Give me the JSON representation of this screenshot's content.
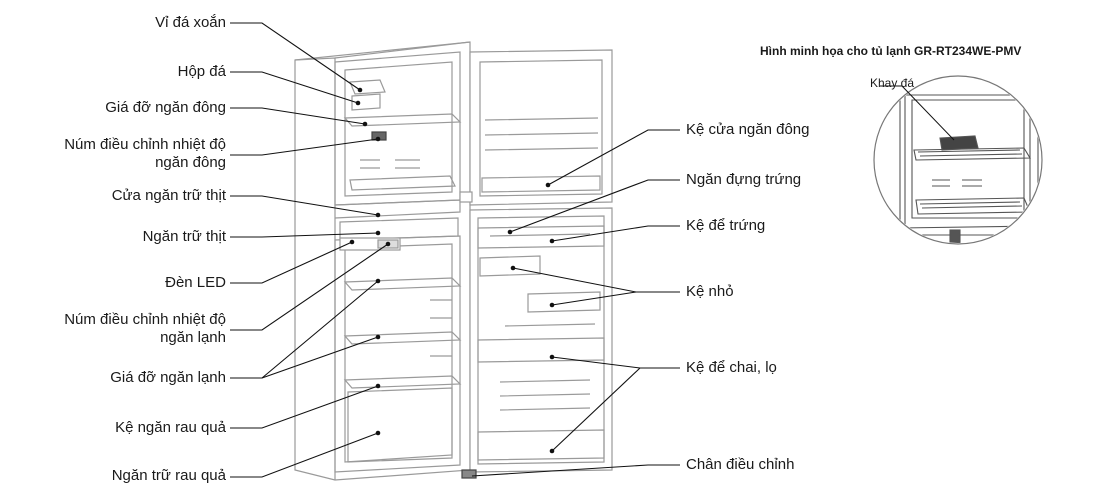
{
  "left_labels": [
    {
      "text": "Vỉ đá xoắn"
    },
    {
      "text": "Hộp đá"
    },
    {
      "text": "Giá đỡ ngăn đông"
    },
    {
      "text": "Núm điều chỉnh nhiệt độ"
    },
    {
      "text": "ngăn đông"
    },
    {
      "text": "Cửa ngăn trữ thịt"
    },
    {
      "text": "Ngăn trữ thịt"
    },
    {
      "text": "Đèn LED"
    },
    {
      "text": "Núm điều chỉnh nhiệt độ"
    },
    {
      "text": "ngăn lạnh"
    },
    {
      "text": "Giá đỡ ngăn lạnh"
    },
    {
      "text": "Kệ ngăn rau quả"
    },
    {
      "text": "Ngăn trữ rau quả"
    }
  ],
  "right_labels": [
    {
      "text": "Kệ cửa ngăn đông"
    },
    {
      "text": "Ngăn đựng trứng"
    },
    {
      "text": "Kệ để trứng"
    },
    {
      "text": "Kệ nhỏ"
    },
    {
      "text": "Kệ để chai, lọ"
    },
    {
      "text": "Chân điều chỉnh"
    }
  ],
  "inset": {
    "title": "Hình minh họa cho tủ lạnh GR-RT234WE-PMV",
    "label": "Khay đá"
  },
  "colors": {
    "line": "#111111",
    "fridge_stroke": "#9a9a9a",
    "text": "#1a1a1a"
  }
}
